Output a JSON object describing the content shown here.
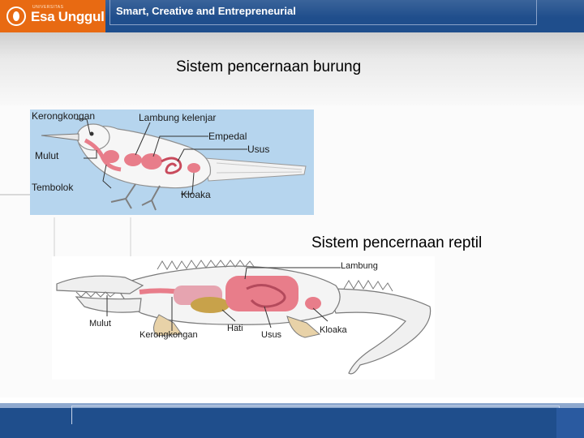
{
  "header": {
    "logo_small": "UNIVERSITAS",
    "logo_text": "Esa Unggul",
    "tagline": "Smart, Creative and Entrepreneurial"
  },
  "bird": {
    "title": "Sistem pencernaan burung",
    "labels": {
      "kerongkongan": "Kerongkongan",
      "lambung": "Lambung kelenjar",
      "empedal": "Empedal",
      "usus": "Usus",
      "mulut": "Mulut",
      "tembolok": "Tembolok",
      "kloaka": "Kloaka"
    }
  },
  "reptile": {
    "title": "Sistem pencernaan reptil",
    "labels": {
      "lambung": "Lambung",
      "mulut": "Mulut",
      "kerongkongan": "Kerongkongan",
      "hati": "Hati",
      "usus": "Usus",
      "kloaka": "Kloaka"
    }
  },
  "colors": {
    "brand_blue": "#1f4e8c",
    "brand_orange": "#e86a12",
    "diagram_bg": "#b6d5ee",
    "organ_pink": "#e87d8a"
  }
}
